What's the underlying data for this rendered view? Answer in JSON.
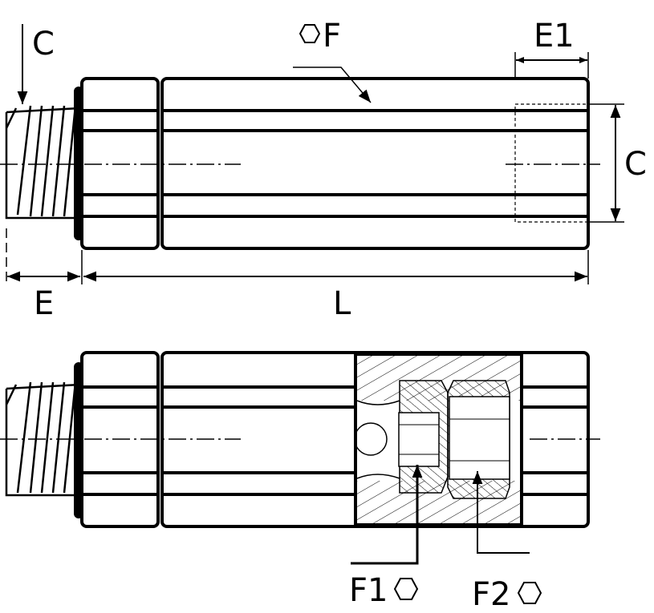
{
  "labels": {
    "thread_top": "C",
    "hex_size": "F",
    "port_depth": "E1",
    "port_thread": "C",
    "thread_length": "E",
    "overall_length": "L",
    "insert_hex_1": "F1",
    "insert_hex_2": "F2"
  },
  "colors": {
    "line": "#000000",
    "background": "#ffffff"
  }
}
